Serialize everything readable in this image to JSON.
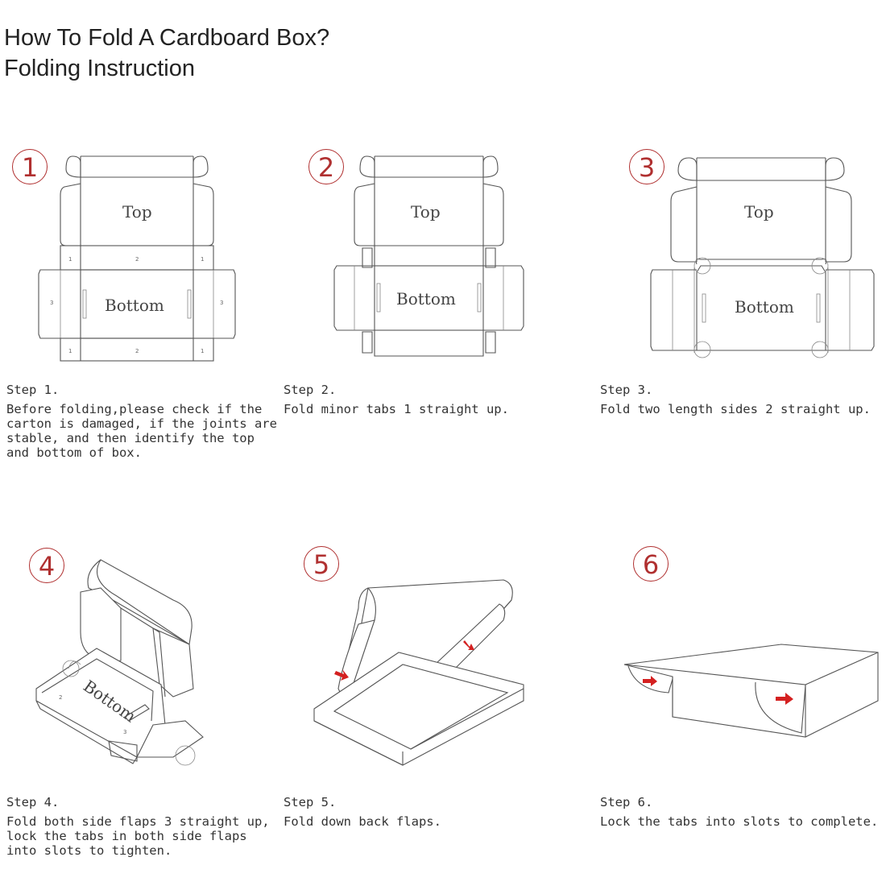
{
  "header": {
    "title_line1": "How To Fold A Cardboard Box?",
    "title_line2": "Folding Instruction"
  },
  "colors": {
    "step_circle": "#b03030",
    "arrow": "#d42020",
    "line": "#555555"
  },
  "steps": [
    {
      "number": "1",
      "label": "Step 1.",
      "description": "Before folding,please check if the\ncarton is damaged, if the joints are\nstable, and then identify the top\nand bottom of box.",
      "panel_top": "Top",
      "panel_bottom": "Bottom"
    },
    {
      "number": "2",
      "label": "Step 2.",
      "description": "Fold minor tabs 1 straight up.",
      "panel_top": "Top",
      "panel_bottom": "Bottom"
    },
    {
      "number": "3",
      "label": "Step 3.",
      "description": "Fold two length sides 2 straight up.",
      "panel_top": "Top",
      "panel_bottom": "Bottom"
    },
    {
      "number": "4",
      "label": "Step 4.",
      "description": "Fold both side flaps 3 straight up,\nlock the tabs in both side flaps\ninto slots to tighten.",
      "panel_bottom": "Bottom"
    },
    {
      "number": "5",
      "label": "Step 5.",
      "description": "Fold down back flaps."
    },
    {
      "number": "6",
      "label": "Step 6.",
      "description": "Lock the tabs into slots to complete."
    }
  ],
  "marks": {
    "one": "1",
    "two": "2",
    "three": "3"
  }
}
